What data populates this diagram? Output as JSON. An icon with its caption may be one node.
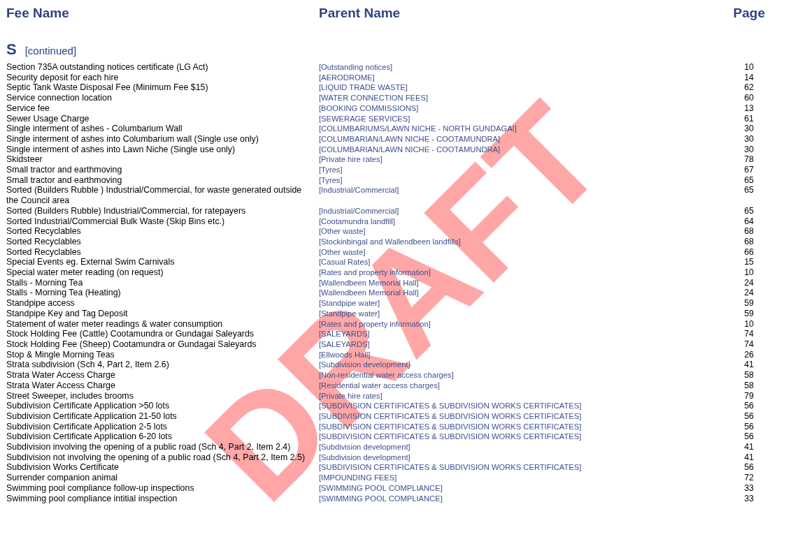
{
  "diagram": {
    "labels": [
      "Fee Name",
      "Parent Name",
      "Page",
      "S",
      "[continued]",
      "Section 735A outstanding notices certificate (LG Act)",
      "[Outstanding notices]",
      "10",
      "Security deposit for each hire",
      "[AERODROME]",
      "14",
      "Septic Tank Waste Disposal Fee (Minimum Fee $15)",
      "[LIQUID TRADE WASTE]",
      "62",
      "Service connection location",
      "[WATER CONNECTION FEES]",
      "60",
      "Service fee",
      "[BOOKING COMMISSIONS]",
      "13",
      "Sewer Usage Charge",
      "[SEWERAGE SERVICES]",
      "61",
      "Single interment of ashes - Columbarium Wall",
      "[COLUMBARIUMS/LAWN NICHE - NORTH GUNDAGAI]",
      "30",
      "Single interment of ashes into Columbarium wall (Single use only)",
      "[COLUMBARIAN/LAWN NICHE - COOTAMUNDRA]",
      "30",
      "Single interment of ashes into Lawn Niche (Single use only)",
      "[COLUMBARIAN/LAWN NICHE - COOTAMUNDRA]",
      "30",
      "Skidsteer",
      "[Private hire rates]",
      "78",
      "Small tractor and earthmoving",
      "[Tyres]",
      "67",
      "Small tractor and earthmoving",
      "[Tyres]",
      "65",
      "Sorted (Builders Rubble ) Industrial/Commercial, for waste generated outside the Council area",
      "[Industrial/Commercial]",
      "65",
      "Sorted (Builders Rubble) Industrial/Commercial, for ratepayers",
      "[Industrial/Commercial]",
      "65",
      "Sorted Industrial/Commercial Bulk Waste (Skip Bins etc.)",
      "[Cootamundra landfill]",
      "64",
      "Sorted Recyclables",
      "[Other waste]",
      "68",
      "Sorted Recyclables",
      "[Stockinbingal and Wallendbeen landfills]",
      "68",
      "Sorted Recyclables",
      "[Other waste]",
      "66",
      "Special Events eg. External Swim Carnivals",
      "[Casual Rates]",
      "15",
      "Special water meter reading (on request)",
      "[Rates and property information]",
      "10",
      "Stalls - Morning Tea",
      "[Wallendbeen Memorial Hall]",
      "24",
      "Stalls - Morning Tea (Heating)",
      "[Wallendbeen Memorial Hall]",
      "24",
      "Standpipe access",
      "[Standpipe water]",
      "59",
      "Standpipe Key and Tag Deposit",
      "[Standpipe water]",
      "59",
      "Statement of water meter readings & water consumption",
      "[Rates and property information]",
      "10",
      "Stock Holding Fee (Cattle) Cootamundra or Gundagai Saleyards",
      "[SALEYARDS]",
      "74",
      "Stock Holding Fee (Sheep) Cootamundra or Gundagai Saleyards",
      "[SALEYARDS]",
      "74",
      "Stop & Mingle Morning Teas",
      "[Ellwoods Hall]",
      "26",
      "Strata subdivision (Sch 4, Part 2, Item 2.6)",
      "[Subdivision development]",
      "41",
      "Strata Water Access Charge",
      "[Non-residential water access charges]",
      "58",
      "Strata Water Access Charge",
      "[Residential water access charges]",
      "58",
      "Street Sweeper, includes brooms",
      "[Private hire rates]",
      "79",
      "Subdivision Certificate Application >50 lots",
      "[SUBDIVISION CERTIFICATES & SUBDIVISION WORKS CERTIFICATES]",
      "56",
      "Subdivision Certificate Application 21-50 lots",
      "[SUBDIVISION CERTIFICATES & SUBDIVISION WORKS CERTIFICATES]",
      "56",
      "Subdivision Certificate Application 2-5 lots",
      "[SUBDIVISION CERTIFICATES & SUBDIVISION WORKS CERTIFICATES]",
      "56",
      "Subdivision Certificate Application 6-20 lots",
      "[SUBDIVISION CERTIFICATES & SUBDIVISION WORKS CERTIFICATES]",
      "56",
      "Subdivision involving the opening of a public road (Sch 4, Part 2, Item 2.4)",
      "[Subdivision development]",
      "41",
      "Subdivision not involving the opening of a public road (Sch 4, Part 2, Item 2.5)",
      "[Subdivision development]",
      "41",
      "Subdivision Works Certificate",
      "[SUBDIVISION CERTIFICATES & SUBDIVISION WORKS CERTIFICATES]",
      "56",
      "Surrender companion animal",
      "[IMPOUNDING FEES]",
      "72",
      "Swimming pool compliance follow-up inspections",
      "[SWIMMING POOL COMPLIANCE]",
      "33",
      "Swimming pool compliance intitial inspection",
      "[SWIMMING POOL COMPLIANCE]",
      "33",
      "DRAFT"
    ]
  }
}
